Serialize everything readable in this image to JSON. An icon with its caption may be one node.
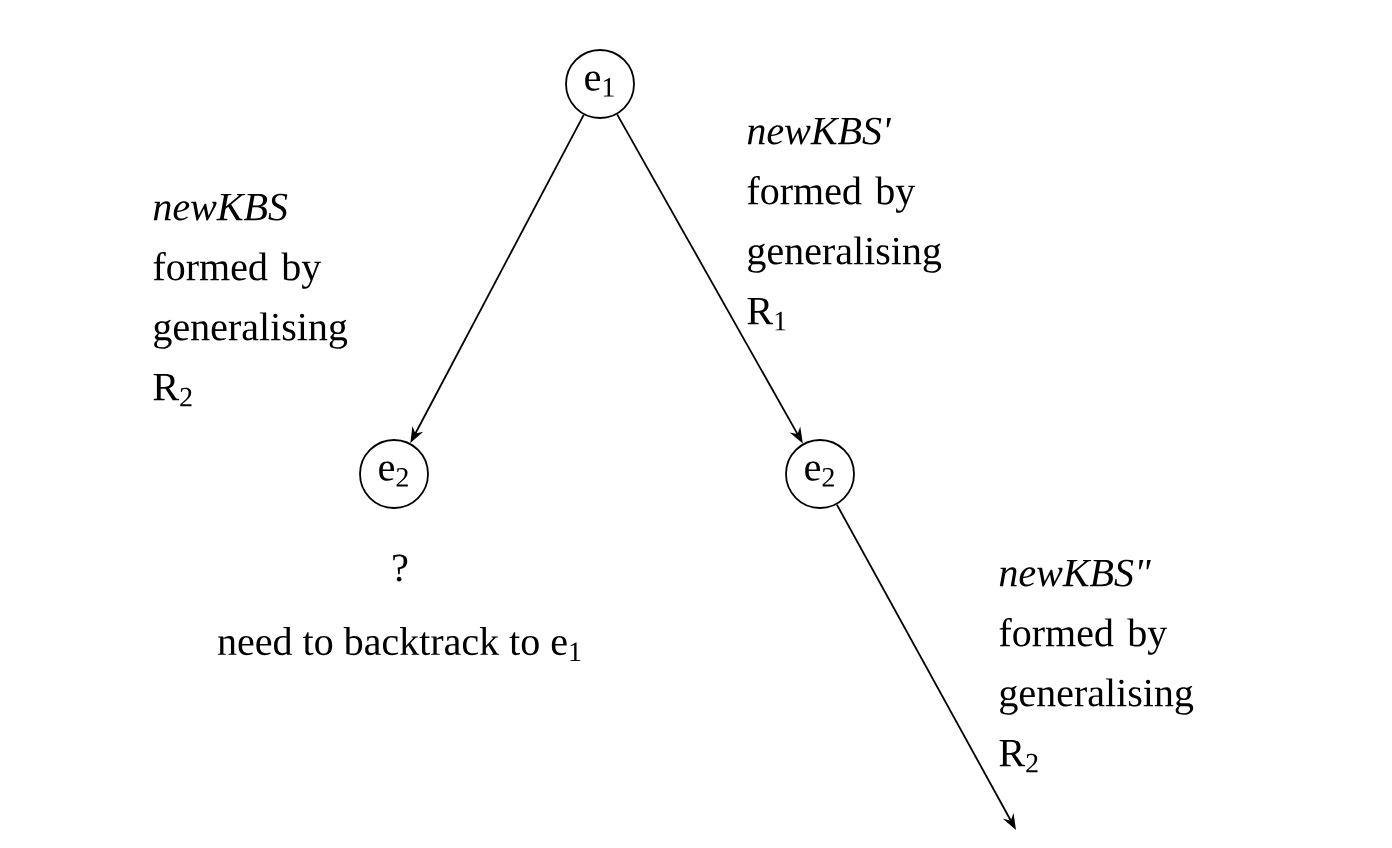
{
  "diagram": {
    "nodes": [
      {
        "text": [
          "e$_{1}$"
        ]
      },
      {
        "text": [
          "e$_{2}$"
        ],
        "beside": [
          "?",
          "need to backtrack to e$_{1}$"
        ]
      },
      {
        "text": [
          "e$_{2}$"
        ]
      }
    ],
    "edges": [
      {
        "from": 0,
        "to": 1,
        "arrow": "to",
        "label": "*newKBS* formed by generalising R$_{2}$"
      },
      {
        "from": 0,
        "to": 2,
        "arrow": "to",
        "label": "*newKBS'* formed by generalising R$_{1}$"
      },
      {
        "from": 2,
        "to": null,
        "arrow": "to",
        "label": "*newKBS\"* formed by generalising R$_{2}$"
      }
    ]
  }
}
